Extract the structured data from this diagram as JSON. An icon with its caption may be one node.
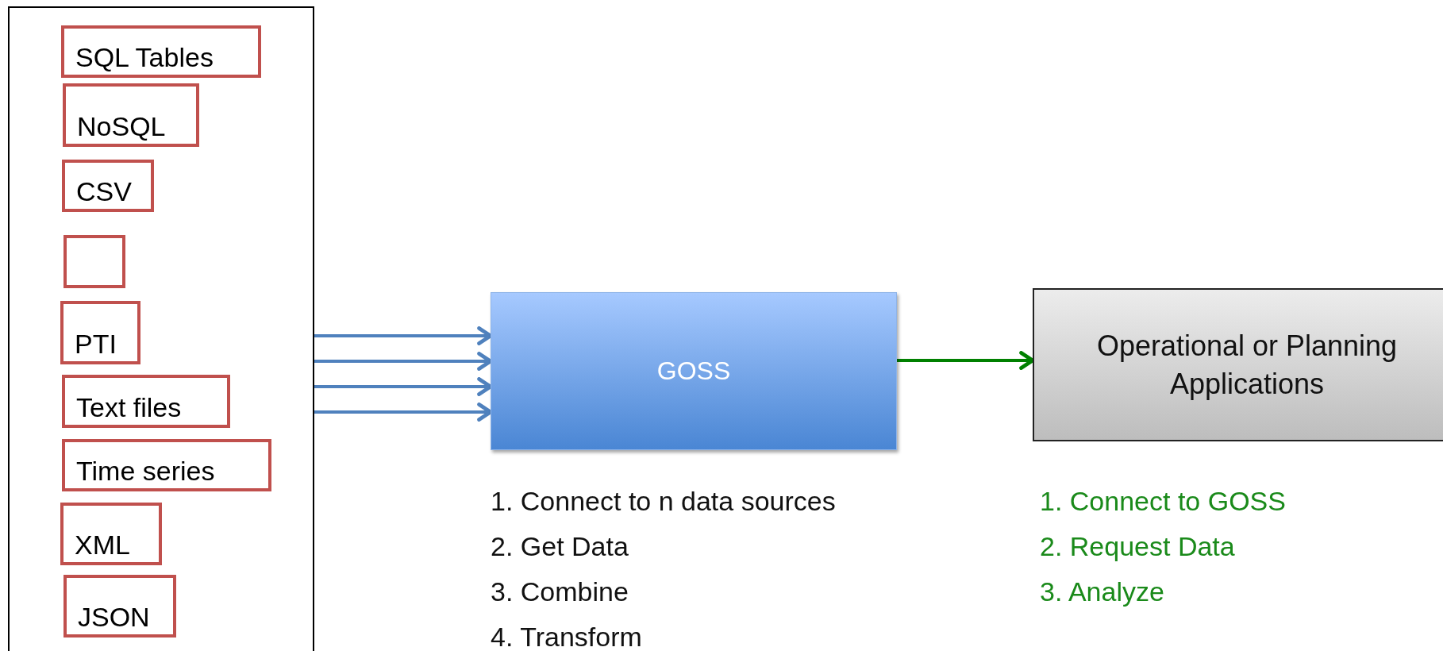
{
  "diagram": {
    "nodes": [
      {
        "text": [],
        "shape": "box"
      },
      {
        "text": [
          "SQL Tables"
        ],
        "in": 0
      },
      {
        "text": [
          "NoSQL"
        ],
        "in": 0
      },
      {
        "text": [
          "CSV"
        ],
        "in": 0
      },
      {
        "text": [],
        "shape": "box",
        "in": 0
      },
      {
        "text": [
          "PTI"
        ],
        "in": 0
      },
      {
        "text": [
          "Text files"
        ],
        "in": 0
      },
      {
        "text": [
          "Time series"
        ],
        "in": 0
      },
      {
        "text": [
          "XML"
        ],
        "in": 0
      },
      {
        "text": [
          "JSON"
        ],
        "in": 0
      },
      {
        "text": [
          "GOSS"
        ],
        "beside": [
          "1. Connect to n data sources",
          "2. Get Data",
          "3. Combine",
          "4. Transform"
        ]
      },
      {
        "text": [
          "Operational or Planning Applications"
        ],
        "beside": [
          "1. Connect to GOSS",
          "2. Request Data",
          "3. Analyze"
        ]
      }
    ],
    "edges": [
      {
        "from": 0,
        "to": 10,
        "arrow": "to"
      },
      {
        "from": 0,
        "to": 10,
        "arrow": "to"
      },
      {
        "from": 0,
        "to": 10,
        "arrow": "to"
      },
      {
        "from": 0,
        "to": 10,
        "arrow": "to"
      },
      {
        "from": 10,
        "to": 11,
        "arrow": "to",
        "color": "#008000"
      }
    ]
  }
}
